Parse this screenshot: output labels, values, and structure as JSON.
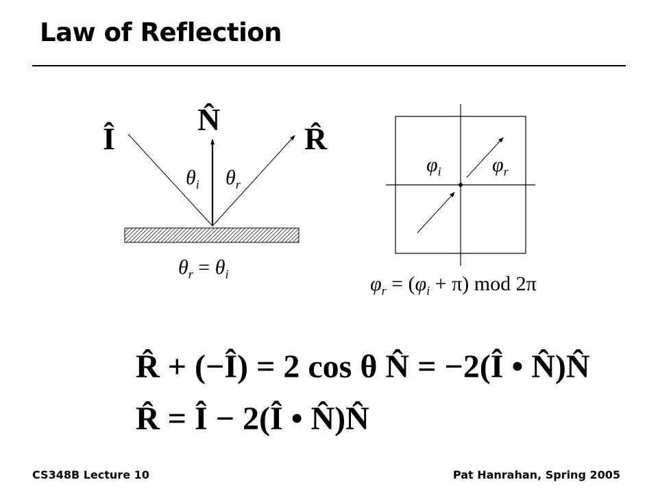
{
  "title": "Law of Reflection",
  "footer": {
    "left": "CS348B Lecture 10",
    "right": "Pat Hanrahan, Spring 2005"
  },
  "reflection_diagram": {
    "incident_label": "Î",
    "normal_label": "N̂",
    "reflected_label": "R̂",
    "theta": "θ",
    "sub_i": "i",
    "sub_r": "r",
    "equals": "="
  },
  "azimuth_diagram": {
    "phi": "φ",
    "sub_i": "i",
    "sub_r": "r",
    "equation_rest_1": " = (",
    "equation_rest_2": " + π) mod 2π"
  },
  "equations": {
    "line1": "R̂ + (−Î) = 2 cos θ N̂ = −2(Î • N̂)N̂",
    "line2": "R̂ = Î − 2(Î • N̂)N̂"
  }
}
